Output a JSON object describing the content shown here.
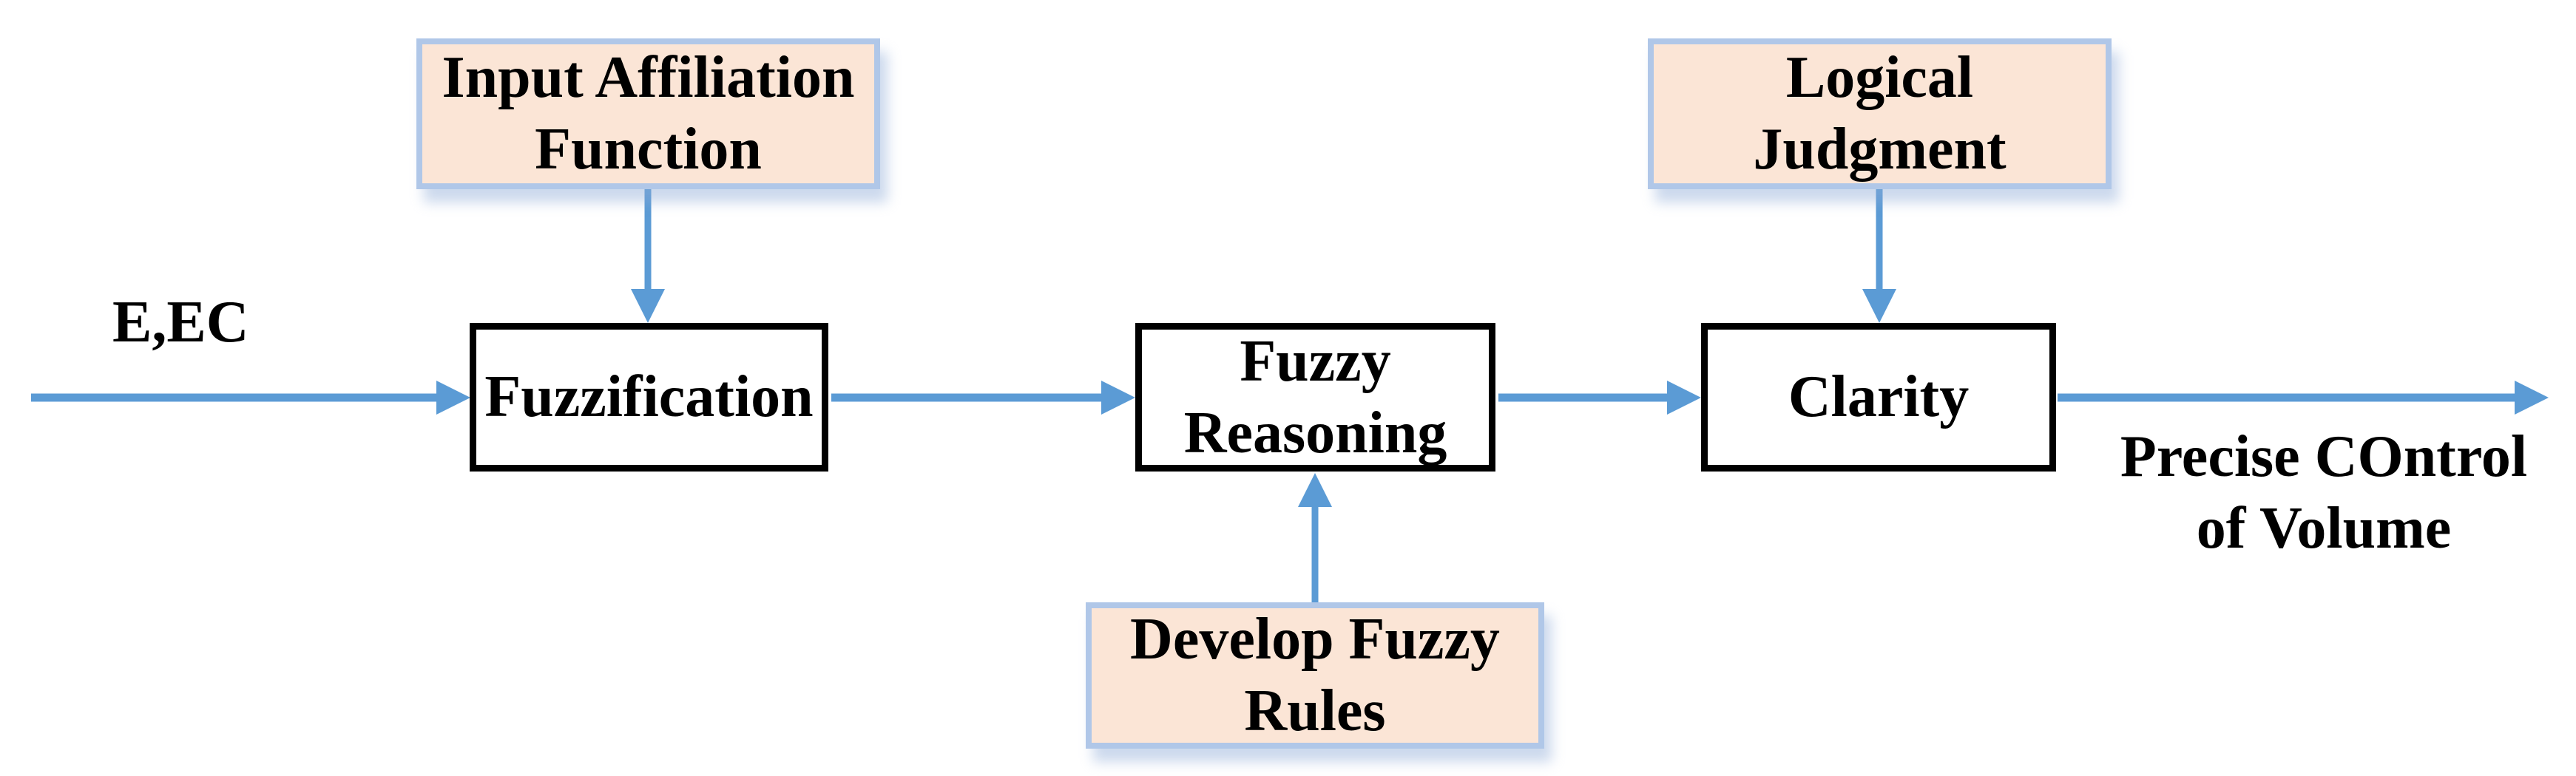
{
  "diagram": {
    "type": "flowchart",
    "topic": "fuzzy-logic-volume-control",
    "colors": {
      "arrow": "#5b9bd5",
      "annotation_fill": "#fbe5d6",
      "annotation_border": "#b0c7e8",
      "process_fill": "#ffffff",
      "process_border": "#000000",
      "text": "#000000",
      "background": "#ffffff"
    },
    "nodes": {
      "input_affiliation": {
        "line1": "Input Affiliation",
        "line2": "Function"
      },
      "logical_judgment": {
        "line1": "Logical",
        "line2": "Judgment"
      },
      "develop_rules": {
        "line1": "Develop Fuzzy",
        "line2": "Rules"
      },
      "fuzzification": {
        "label": "Fuzzification"
      },
      "fuzzy_reasoning": {
        "line1": "Fuzzy",
        "line2": "Reasoning"
      },
      "clarity": {
        "label": "Clarity"
      }
    },
    "labels": {
      "input_signal": "E,EC",
      "output_line1": "Precise COntrol",
      "output_line2": "of Volume"
    },
    "connections": [
      "E,EC input -> Fuzzification",
      "Input Affiliation Function -> Fuzzification",
      "Fuzzification -> Fuzzy Reasoning",
      "Develop Fuzzy Rules -> Fuzzy Reasoning",
      "Fuzzy Reasoning -> Clarity",
      "Logical Judgment -> Clarity",
      "Clarity -> Precise COntrol of Volume"
    ]
  }
}
